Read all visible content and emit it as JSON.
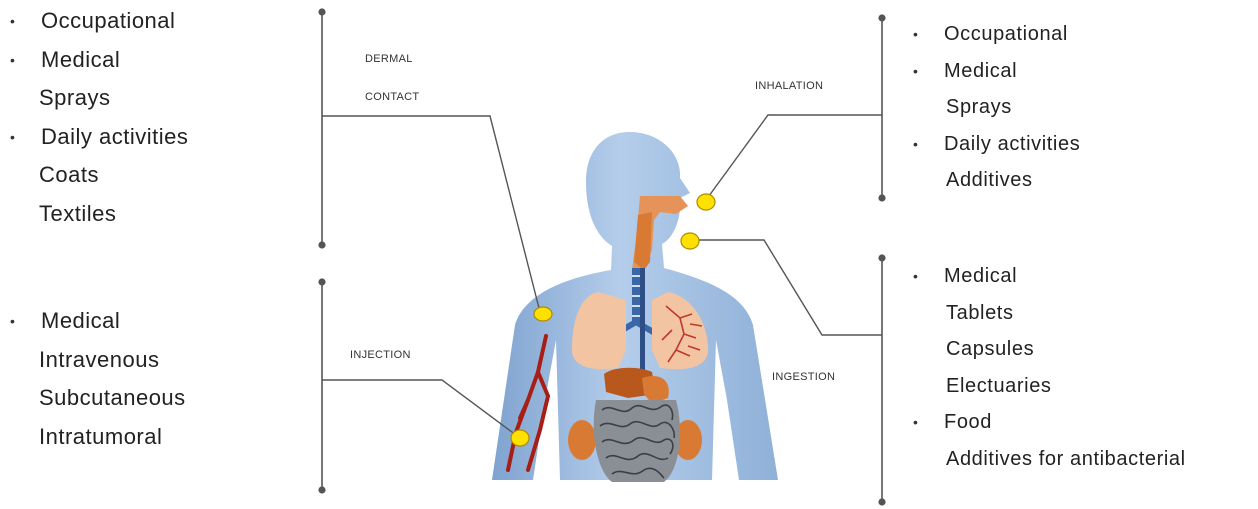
{
  "routes": {
    "dermal": [
      "DERMAL",
      "CONTACT"
    ],
    "inhalation": "INHALATION",
    "injection": "INJECTION",
    "ingestion": "INGESTION"
  },
  "dermal_list": [
    {
      "text": "Occupational",
      "bullet": true
    },
    {
      "text": "Medical",
      "bullet": true
    },
    {
      "text": "Sprays",
      "bullet": false
    },
    {
      "text": "Daily activities",
      "bullet": true
    },
    {
      "text": "Coats",
      "bullet": false
    },
    {
      "text": "Textiles",
      "bullet": false
    }
  ],
  "injection_list": [
    {
      "text": "Medical",
      "bullet": true
    },
    {
      "text": "Intravenous",
      "bullet": false
    },
    {
      "text": "Subcutaneous",
      "bullet": false
    },
    {
      "text": "Intratumoral",
      "bullet": false
    }
  ],
  "inhalation_list": [
    {
      "text": "Occupational",
      "bullet": true
    },
    {
      "text": "Medical",
      "bullet": true
    },
    {
      "text": "Sprays",
      "bullet": false
    },
    {
      "text": "Daily activities",
      "bullet": true
    },
    {
      "text": "Additives",
      "bullet": false
    }
  ],
  "ingestion_list": [
    {
      "text": "Medical",
      "bullet": true
    },
    {
      "text": "Tablets",
      "bullet": false
    },
    {
      "text": "Capsules",
      "bullet": false
    },
    {
      "text": "Electuaries",
      "bullet": false
    },
    {
      "text": "Food",
      "bullet": true
    },
    {
      "text": "Additives for antibacterial",
      "bullet": false
    }
  ],
  "colors": {
    "body": "#a9c3e3",
    "body_shadow": "#7fa2cf",
    "organ_orange": "#e08a3c",
    "lung": "#f4c3a0",
    "vessel": "#b5281d",
    "entry_point": "#ffe100",
    "line": "#555555"
  }
}
